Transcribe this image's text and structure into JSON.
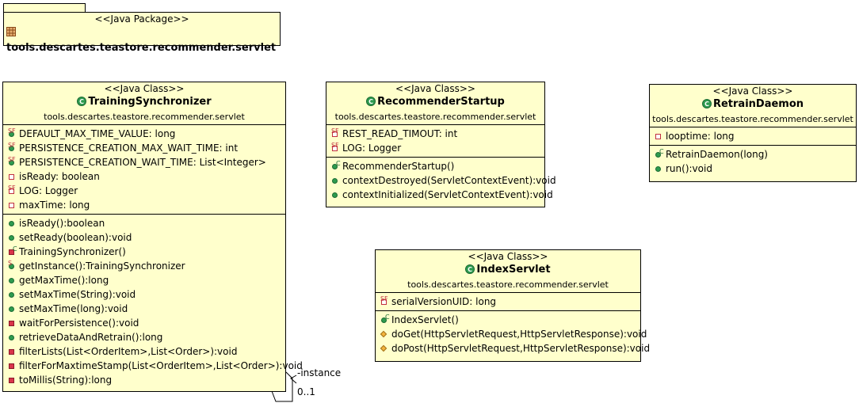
{
  "package": {
    "stereotype": "<<Java Package>>",
    "name": "tools.descartes.teastore.recommender.servlet"
  },
  "classes": {
    "training": {
      "stereotype": "<<Java Class>>",
      "name": "TrainingSynchronizer",
      "package": "tools.descartes.teastore.recommender.servlet",
      "fields": [
        {
          "text": "DEFAULT_MAX_TIME_VALUE: long",
          "vis": "public",
          "static": true,
          "final": true
        },
        {
          "text": "PERSISTENCE_CREATION_MAX_WAIT_TIME: int",
          "vis": "public",
          "static": true,
          "final": true
        },
        {
          "text": "PERSISTENCE_CREATION_WAIT_TIME: List<Integer>",
          "vis": "public",
          "static": true,
          "final": true
        },
        {
          "text": "isReady: boolean",
          "vis": "private"
        },
        {
          "text": "LOG: Logger",
          "vis": "private",
          "static": true,
          "final": true
        },
        {
          "text": "maxTime: long",
          "vis": "private"
        }
      ],
      "methods": [
        {
          "text": "isReady():boolean",
          "vis": "public"
        },
        {
          "text": "setReady(boolean):void",
          "vis": "public"
        },
        {
          "text": "TrainingSynchronizer()",
          "vis": "private-method",
          "ctor": true
        },
        {
          "text": "getInstance():TrainingSynchronizer",
          "vis": "public",
          "static": true
        },
        {
          "text": "getMaxTime():long",
          "vis": "public"
        },
        {
          "text": "setMaxTime(String):void",
          "vis": "public"
        },
        {
          "text": "setMaxTime(long):void",
          "vis": "public"
        },
        {
          "text": "waitForPersistence():void",
          "vis": "private-method"
        },
        {
          "text": "retrieveDataAndRetrain():long",
          "vis": "public"
        },
        {
          "text": "filterLists(List<OrderItem>,List<Order>):void",
          "vis": "private-method"
        },
        {
          "text": "filterForMaxtimeStamp(List<OrderItem>,List<Order>):void",
          "vis": "private-method"
        },
        {
          "text": "toMillis(String):long",
          "vis": "private-method"
        }
      ]
    },
    "recommender": {
      "stereotype": "<<Java Class>>",
      "name": "RecommenderStartup",
      "package": "tools.descartes.teastore.recommender.servlet",
      "fields": [
        {
          "text": "REST_READ_TIMOUT: int",
          "vis": "private",
          "static": true,
          "final": true
        },
        {
          "text": "LOG: Logger",
          "vis": "private",
          "static": true,
          "final": true
        }
      ],
      "methods": [
        {
          "text": "RecommenderStartup()",
          "vis": "public",
          "ctor": true
        },
        {
          "text": "contextDestroyed(ServletContextEvent):void",
          "vis": "public"
        },
        {
          "text": "contextInitialized(ServletContextEvent):void",
          "vis": "public"
        }
      ]
    },
    "retrain": {
      "stereotype": "<<Java Class>>",
      "name": "RetrainDaemon",
      "package": "tools.descartes.teastore.recommender.servlet",
      "fields": [
        {
          "text": "looptime: long",
          "vis": "private"
        }
      ],
      "methods": [
        {
          "text": "RetrainDaemon(long)",
          "vis": "public",
          "ctor": true
        },
        {
          "text": "run():void",
          "vis": "public"
        }
      ]
    },
    "index": {
      "stereotype": "<<Java Class>>",
      "name": "IndexServlet",
      "package": "tools.descartes.teastore.recommender.servlet",
      "fields": [
        {
          "text": "serialVersionUID: long",
          "vis": "private",
          "static": true,
          "final": true
        }
      ],
      "methods": [
        {
          "text": "IndexServlet()",
          "vis": "public",
          "ctor": true
        },
        {
          "text": "doGet(HttpServletRequest,HttpServletResponse):void",
          "vis": "protected"
        },
        {
          "text": "doPost(HttpServletRequest,HttpServletResponse):void",
          "vis": "protected"
        }
      ]
    }
  },
  "association": {
    "role": "-instance",
    "multiplicity": "0..1"
  },
  "colors": {
    "box_fill": "#ffffcc",
    "public": "#2e9b4f",
    "private": "#d9344a",
    "protected": "#f2b33d"
  }
}
